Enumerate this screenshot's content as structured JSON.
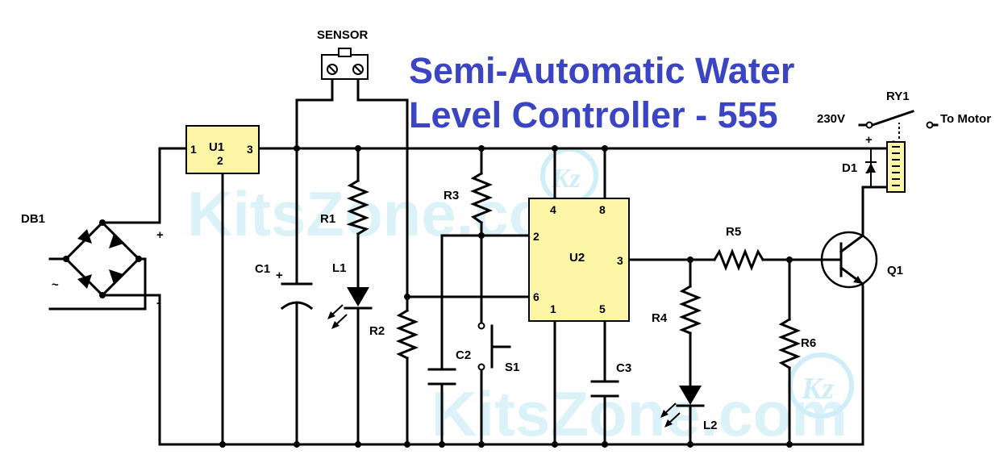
{
  "title": {
    "line1": "Semi-Automatic Water",
    "line2": "Level Controller - 555",
    "color": "#3b45c4"
  },
  "watermark": {
    "text1": "KitsZone.com",
    "text2": "KitsZone.com",
    "logo": "Kz"
  },
  "labels": {
    "sensor": "SENSOR",
    "db1": "DB1",
    "plus": "+",
    "minus": "-",
    "ac": "~",
    "u1": "U1",
    "u1_pin1": "1",
    "u1_pin2": "2",
    "u1_pin3": "3",
    "c1": "C1",
    "r1": "R1",
    "l1": "L1",
    "r2": "R2",
    "r3": "R3",
    "c2": "C2",
    "s1": "S1",
    "u2": "U2",
    "u2_pin4": "4",
    "u2_pin8": "8",
    "u2_pin2": "2",
    "u2_pin6": "6",
    "u2_pin3": "3",
    "u2_pin1": "1",
    "u2_pin5": "5",
    "c3": "C3",
    "r4": "R4",
    "l2": "L2",
    "r5": "R5",
    "r6": "R6",
    "q1": "Q1",
    "d1": "D1",
    "ry1": "RY1",
    "v230": "230V",
    "to_motor": "To Motor",
    "d1_plus": "+",
    "d1_minus": "-"
  },
  "colors": {
    "ic_fill": "#fdf6a6",
    "wire": "#000000"
  }
}
